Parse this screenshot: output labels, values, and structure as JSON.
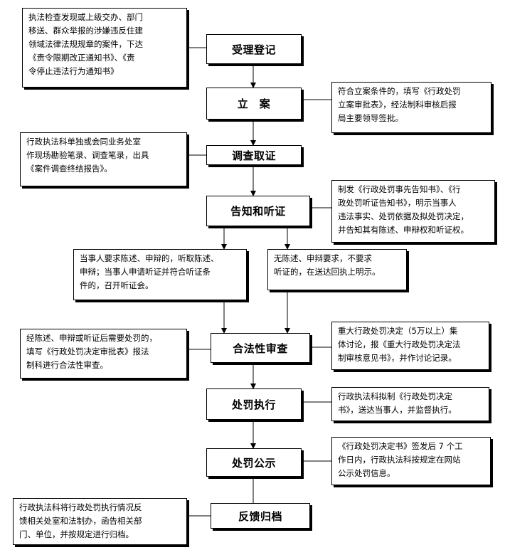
{
  "steps": {
    "s1": "受理登记",
    "s2": "立　案",
    "s3": "调查取证",
    "s4": "告知和听证",
    "s5": "合法性审查",
    "s6": "处罚执行",
    "s7": "处罚公示",
    "s8": "反馈归档"
  },
  "notes": {
    "n1": [
      "执法检查发现或上级交办、部门",
      "移送、群众举报的涉嫌违反住建",
      "领域法律法规规章的案件，下达",
      "《责令限期改正通知书》、《责",
      "令停止违法行为通知书》"
    ],
    "n2": [
      "符合立案条件的，填写《行政处罚",
      "立案审批表》，经法制科审核后报",
      "局主要领导签批。"
    ],
    "n3": [
      "行政执法科单独或会同业务处室",
      "作现场勘验笔录、调查笔录，出具",
      "《案件调查终结报告》。"
    ],
    "n4": [
      "制发《行政处罚事先告知书》、《行",
      "政处罚听证告知书》，明示当事人",
      "违法事实、处罚依据及拟处罚决定，",
      "并告知其有陈述、申辩权和听证权。"
    ],
    "n5": [
      "当事人要求陈述、申辩的，听取陈述、",
      "申辩；当事人申请听证并符合听证条",
      "件的，召开听证会。"
    ],
    "n6": [
      "无陈述、申辩要求，不要求",
      "听证的，在送达回执上明示。"
    ],
    "n7": [
      "经陈述、申辩或听证后需要处罚的，",
      "填写《行政处罚决定审批表》报法",
      "制科进行合法性审查。"
    ],
    "n8": [
      "重大行政处罚决定（5万以上）集",
      "体讨论，报《重大行政处罚决定法",
      "制审核意见书》，并作讨论记录。"
    ],
    "n9": [
      "行政执法科拟制《行政处罚决定",
      "书》，送达当事人，并监督执行。"
    ],
    "n10": [
      "《行政处罚决定书》签发后 7 个工",
      "作日内，行政执法科按规定在网站",
      "公示处罚信息。"
    ],
    "n11": [
      "行政执法科将行政处罚执行情况反",
      "馈相关处室和法制办，函告相关部",
      "门、单位，并按规定进行归档。"
    ]
  }
}
